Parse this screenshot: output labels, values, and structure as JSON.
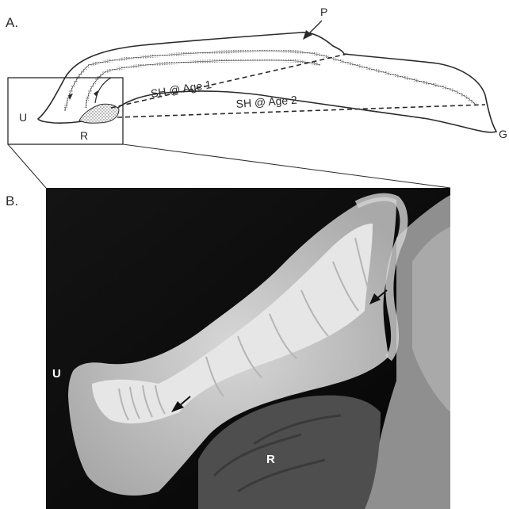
{
  "panel_a": {
    "letter": "A.",
    "labels": {
      "p": "P",
      "u": "U",
      "r": "R",
      "g": "G",
      "sh_age1": "SH @ Age 1",
      "sh_age2": "SH @ Age 2"
    }
  },
  "panel_b": {
    "letter": "B.",
    "labels": {
      "u": "U",
      "r": "R"
    }
  },
  "colors": {
    "ink": "#2a2a2a",
    "photo_background": "#0d0d0d",
    "shell": "#bdbdbd",
    "growth_bands": "#e6e6e6",
    "resilium": "#4e4e4e"
  }
}
